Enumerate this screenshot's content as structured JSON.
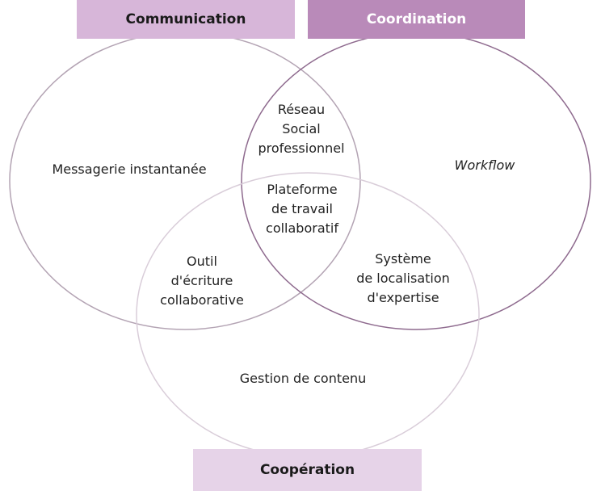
{
  "sets": {
    "communication": "Communication",
    "coordination": "Coordination",
    "cooperation": "Coopération"
  },
  "regions": {
    "messagerie": [
      "Messagerie instantanée"
    ],
    "reseau": [
      "Réseau",
      "Social",
      "professionnel"
    ],
    "workflow": [
      "Workflow"
    ],
    "plateforme": [
      "Plateforme",
      "de travail",
      "collaboratif"
    ],
    "outil": [
      "Outil",
      "d'écriture",
      "collaborative"
    ],
    "systeme": [
      "Système",
      "de localisation",
      "d'expertise"
    ],
    "gestion": [
      "Gestion de contenu"
    ]
  },
  "colors": {
    "communication_fill": "#d7b6d9",
    "coordination_fill": "#b98ab9",
    "cooperation_fill": "#e6d3e8",
    "communication_circle": "#b3a3b3",
    "coordination_circle": "#8e6a8e",
    "cooperation_circle": "#d9cdd9"
  }
}
